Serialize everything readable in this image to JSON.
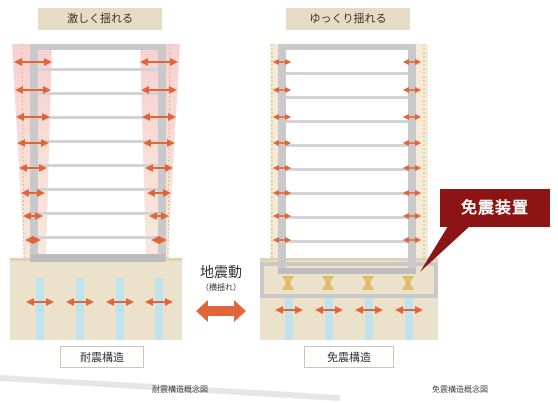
{
  "left": {
    "title": "激しく揺れる",
    "label": "耐震構造"
  },
  "right": {
    "title": "ゆっくり揺れる",
    "label": "免震構造"
  },
  "middle": {
    "main": "地震動",
    "sub": "（横揺れ）"
  },
  "callout": {
    "text": "免震装置"
  },
  "captions": {
    "left": "耐震構造概念図",
    "right": "免震構造概念図"
  },
  "colors": {
    "ground": "#ece2cb",
    "frame": "#c9c9c9",
    "arrow": "#e0663a",
    "column": "#bfe3ec",
    "callout": "#8c1414",
    "isolator": "#e0bb6a",
    "shake_zone": "#f6d4d2"
  },
  "icons": [
    "double-arrow-icon",
    "isolator-icon"
  ]
}
